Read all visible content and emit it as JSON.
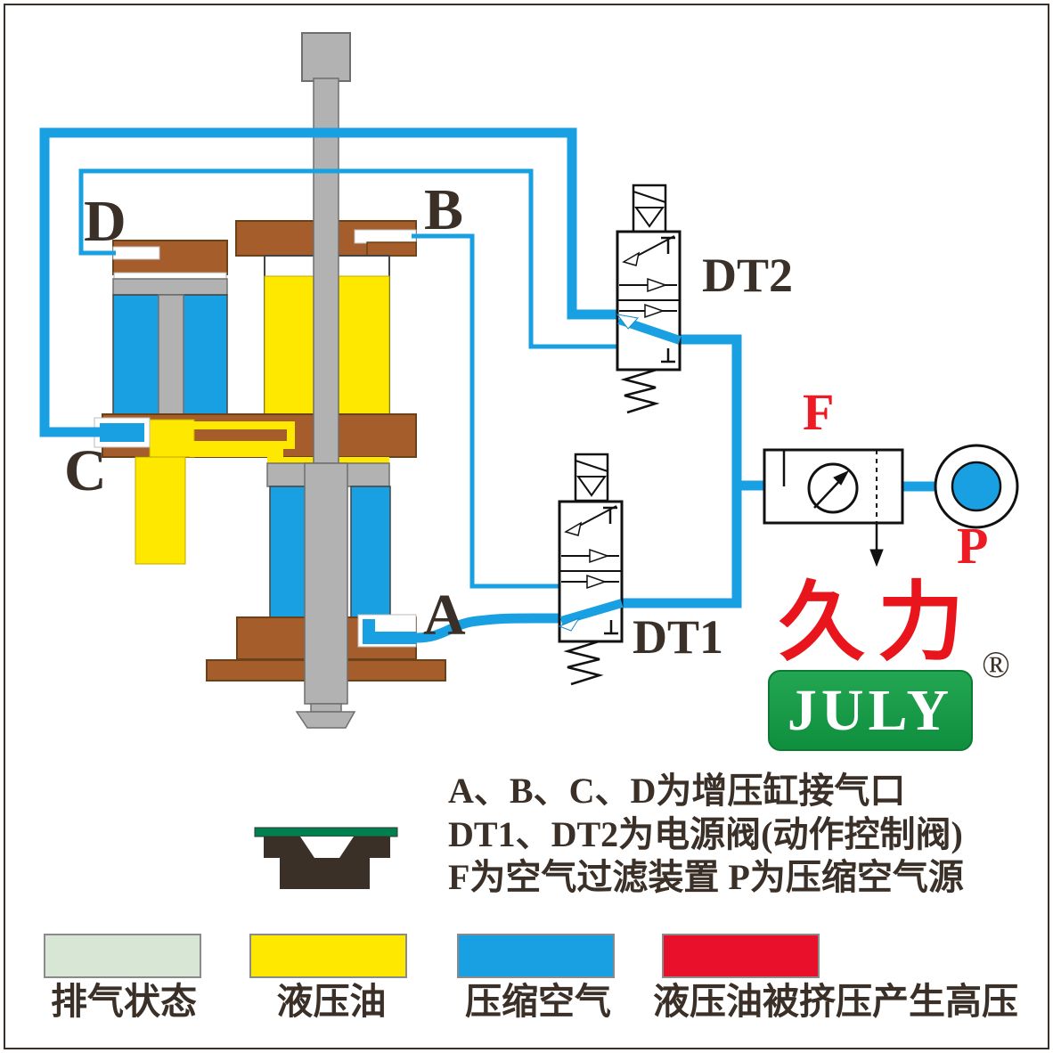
{
  "schematic": {
    "title_hint": "air-driven hydraulic booster cylinder circuit",
    "ports": {
      "a": "A",
      "b": "B",
      "c": "C",
      "d": "D"
    },
    "valves": {
      "dt1": "DT1",
      "dt2": "DT2"
    },
    "filter_label": "F",
    "air_source_label": "P",
    "icons": [
      "booster-cylinder-icon",
      "solenoid-valve-icon",
      "air-filter-gauge-icon",
      "air-source-icon",
      "spring-icon",
      "exhaust-port-icon",
      "seal-cross-section-icon"
    ]
  },
  "logo": {
    "brand_cn": "久力",
    "registered_mark": "®",
    "brand_en": "JULY"
  },
  "notes": [
    "A、B、C、D为增压缸接气口",
    "DT1、DT2为电源阀(动作控制阀)",
    "F为空气过滤装置 P为压缩空气源"
  ],
  "legend": [
    {
      "label": "排气状态",
      "color": "#d8e6d5"
    },
    {
      "label": "液压油",
      "color": "#ffe800"
    },
    {
      "label": "压缩空气",
      "color": "#18a0e2"
    },
    {
      "label": "液压油被挤压产生高压",
      "color": "#e8102a"
    }
  ],
  "colors": {
    "pipe_blue": "#18a0e2",
    "oil_yellow": "#ffe800",
    "metal_brown": "#a55e2b",
    "rod_gray": "#b2b2b2",
    "accent_red": "#e8151d",
    "logo_green": "#179a43",
    "ink": "#3b3028",
    "exhaust_green_line": "#00804f"
  }
}
